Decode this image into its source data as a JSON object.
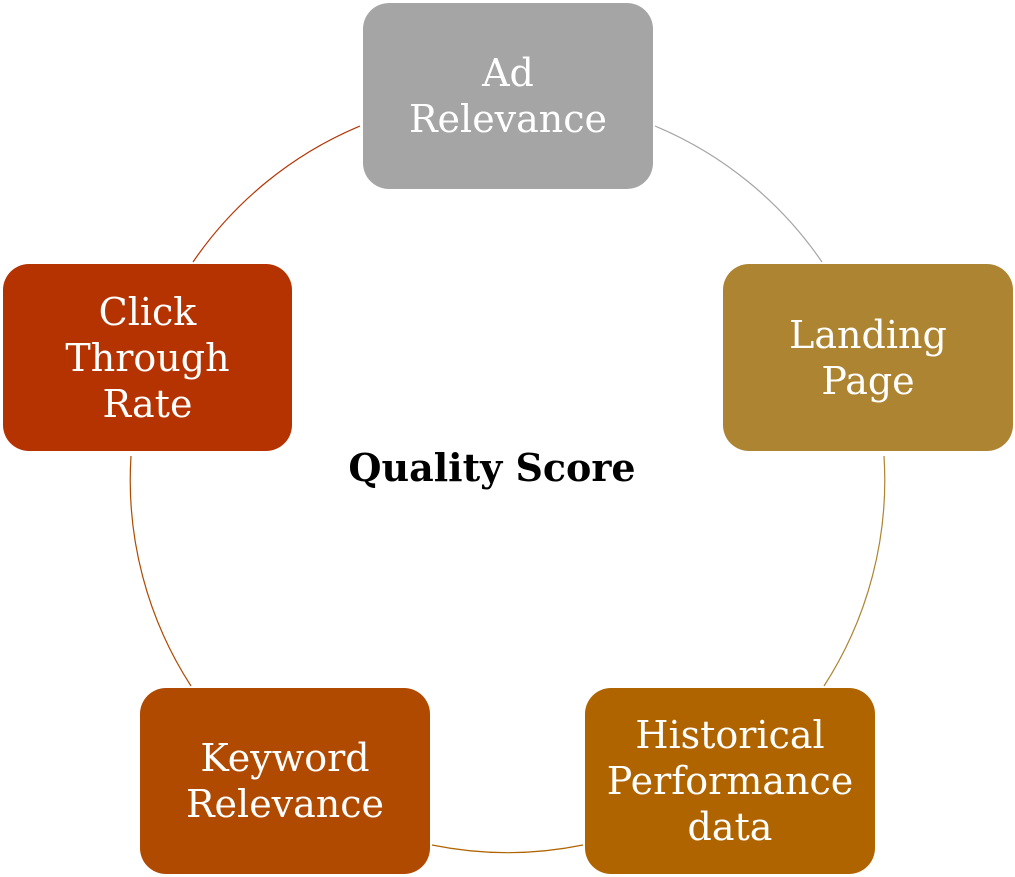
{
  "center": {
    "title": "Quality Score"
  },
  "nodes": [
    {
      "key": "ad",
      "lines": [
        "Ad",
        "Relevance"
      ],
      "color": "#a5a5a5"
    },
    {
      "key": "landing",
      "lines": [
        "Landing",
        "Page"
      ],
      "color": "#ad8432"
    },
    {
      "key": "historical",
      "lines": [
        "Historical",
        "Performance",
        "data"
      ],
      "color": "#af6400"
    },
    {
      "key": "keyword",
      "lines": [
        "Keyword",
        "Relevance"
      ],
      "color": "#b04a00"
    },
    {
      "key": "ctr",
      "lines": [
        "Click",
        "Through",
        "Rate"
      ],
      "color": "#b53300"
    }
  ],
  "arcs": [
    {
      "from": "ad",
      "to": "landing",
      "color": "#a5a5a5"
    },
    {
      "from": "landing",
      "to": "historical",
      "color": "#ad8432"
    },
    {
      "from": "historical",
      "to": "keyword",
      "color": "#af6400"
    },
    {
      "from": "keyword",
      "to": "ctr",
      "color": "#b04a00"
    },
    {
      "from": "ctr",
      "to": "ad",
      "color": "#b53300"
    }
  ]
}
